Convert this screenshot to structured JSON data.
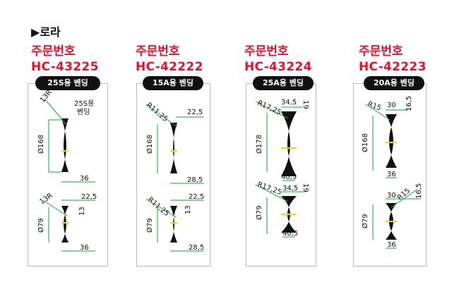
{
  "section": {
    "marker": "▶",
    "title": "로라"
  },
  "cards": [
    {
      "order_label": "주문번호",
      "order_code": "HC-43225",
      "badge": "25S용 벤딩",
      "top": {
        "diameter": "Ø168",
        "radius": "13R",
        "width": "36",
        "note1": "25S용",
        "note2": "벤딩"
      },
      "bottom": {
        "diameter": "Ø79",
        "radius": "13R",
        "width": "36",
        "top_w": "22,5",
        "side": "13"
      }
    },
    {
      "order_label": "주문번호",
      "order_code": "HC-42222",
      "badge": "15A용 벤딩",
      "top": {
        "diameter": "Ø168",
        "radius": "R11,25",
        "top_w": "22,5",
        "width": "28,5"
      },
      "bottom": {
        "diameter": "Ø79",
        "radius": "R11,25",
        "top_w": "22,5",
        "width": "28,5",
        "side": "13"
      }
    },
    {
      "order_label": "주문번호",
      "order_code": "HC-43224",
      "badge": "25A용 벤딩",
      "top": {
        "diameter": "Ø178",
        "radius": "R17,25",
        "top_w": "34,5",
        "side": "19",
        "width": "40,5"
      },
      "bottom": {
        "diameter": "Ø79",
        "radius": "R17,25",
        "top_w": "34,5",
        "side": "19",
        "width": "40,5"
      }
    },
    {
      "order_label": "주문번호",
      "order_code": "HC-42223",
      "badge": "20A용 벤딩",
      "top": {
        "diameter": "Ø168",
        "radius": "R15",
        "top_w": "30",
        "side": "16,5",
        "width": "36"
      },
      "bottom": {
        "diameter": "Ø79",
        "radius": "R15",
        "top_w": "30",
        "side": "16,5",
        "width": "36"
      }
    }
  ]
}
